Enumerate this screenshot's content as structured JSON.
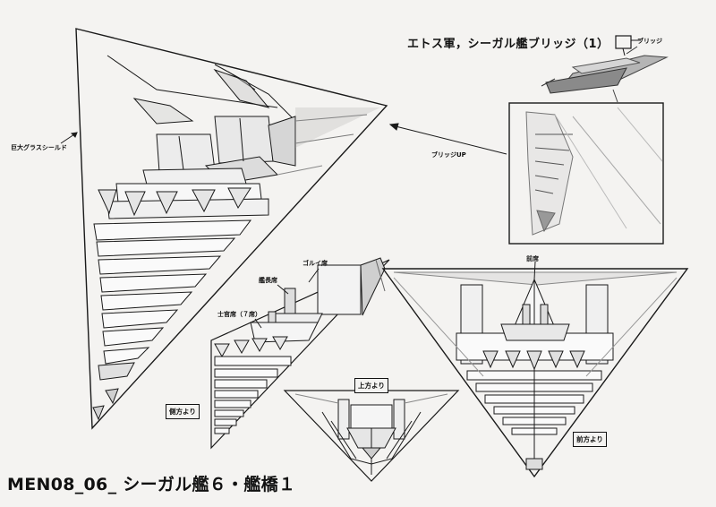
{
  "title": "エトス軍，シーガル艦ブリッジ（1）",
  "footer": "MEN08_06_ シーガル艦６・艦橋１",
  "annotations": {
    "glass_shield": "巨大グラスシールド",
    "bridge_up": "ブリッジUP",
    "bridge_ship": "ブリッジ",
    "golai_seat": "ゴルイ席",
    "captain_seat": "艦長席",
    "crew_seats": "士官席（７席）",
    "front_seat": "前席"
  },
  "views": {
    "side": "側方より",
    "top": "上方より",
    "front": "前方より"
  },
  "colors": {
    "paper": "#f4f3f1",
    "ink": "#1a1a1a",
    "shade": "#9a9a9a"
  }
}
